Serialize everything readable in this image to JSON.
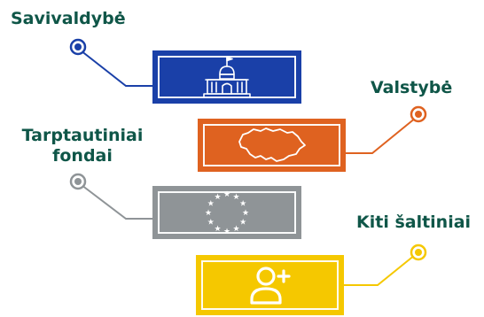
{
  "sources": [
    {
      "id": "savivaldybe",
      "label": "Savivaldybė",
      "color": "#1a40a8",
      "icon": "town-hall-icon"
    },
    {
      "id": "valstybe",
      "label": "Valstybė",
      "color": "#df6220",
      "icon": "lithuania-map-icon"
    },
    {
      "id": "tarptautiniai",
      "label_line1": "Tarptautiniai",
      "label_line2": "fondai",
      "color": "#8f9497",
      "icon": "eu-stars-icon"
    },
    {
      "id": "kiti",
      "label": "Kiti šaltiniai",
      "color": "#f5c800",
      "icon": "add-user-icon"
    }
  ],
  "colors": {
    "label_text": "#0f5648",
    "background": "#ffffff"
  }
}
